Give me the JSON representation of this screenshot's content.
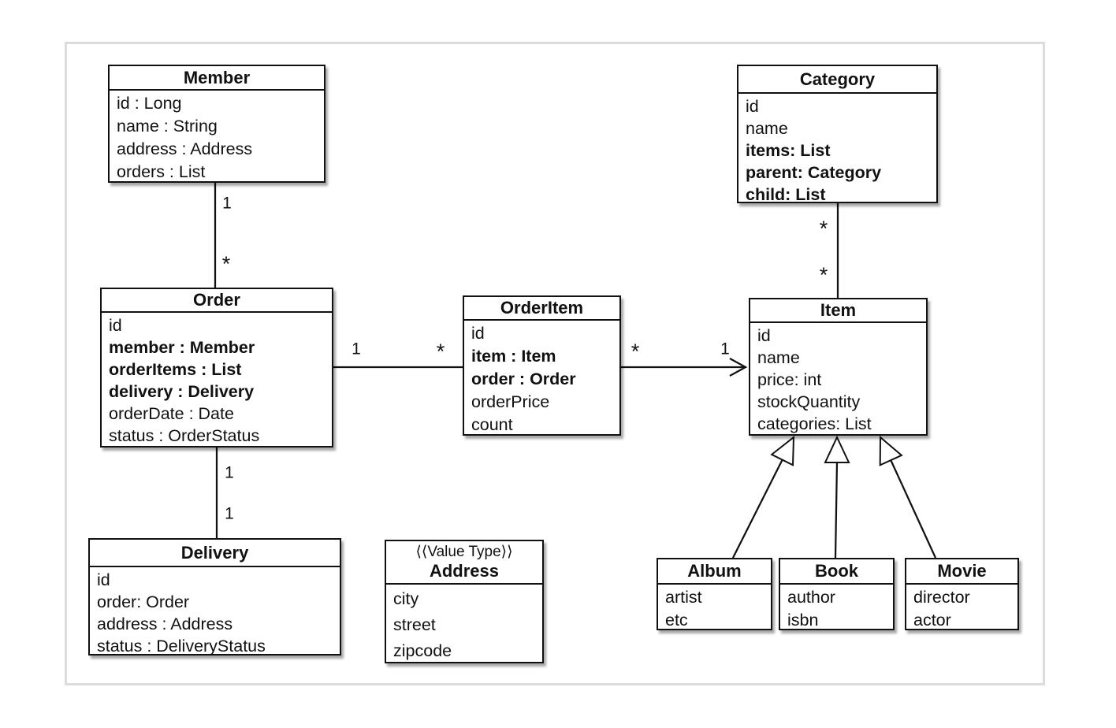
{
  "classes": {
    "member": {
      "name": "Member",
      "attrs": [
        "id : Long",
        "name : String",
        "address : Address",
        "orders : List"
      ]
    },
    "category": {
      "name": "Category",
      "attrs": [
        "id",
        "name",
        "items: List",
        "parent: Category",
        "child: List"
      ]
    },
    "order": {
      "name": "Order",
      "attrs": [
        "id",
        "member : Member",
        "orderItems : List",
        "delivery : Delivery",
        "orderDate : Date",
        "status : OrderStatus"
      ]
    },
    "orderItem": {
      "name": "OrderItem",
      "attrs": [
        "id",
        "item : Item",
        "order : Order",
        "orderPrice",
        "count"
      ]
    },
    "item": {
      "name": "Item",
      "attrs": [
        "id",
        "name",
        "price: int",
        "stockQuantity",
        "categories: List"
      ]
    },
    "delivery": {
      "name": "Delivery",
      "attrs": [
        "id",
        "order: Order",
        "address : Address",
        "status : DeliveryStatus"
      ]
    },
    "address": {
      "stereotype": "⟨⟨Value Type⟩⟩",
      "name": "Address",
      "attrs": [
        "city",
        "street",
        "zipcode"
      ]
    },
    "album": {
      "name": "Album",
      "attrs": [
        "artist",
        "etc"
      ]
    },
    "book": {
      "name": "Book",
      "attrs": [
        "author",
        "isbn"
      ]
    },
    "movie": {
      "name": "Movie",
      "attrs": [
        "director",
        "actor"
      ]
    }
  },
  "relations": {
    "member_order": {
      "near_member": "1",
      "near_order": "*"
    },
    "order_orderItem": {
      "near_order": "1",
      "near_orderItem": "*"
    },
    "orderItem_item": {
      "near_orderItem": "*",
      "near_item": "1"
    },
    "category_item": {
      "near_category": "*",
      "near_item": "*"
    },
    "order_delivery": {
      "near_order": "1",
      "near_delivery": "1"
    }
  }
}
